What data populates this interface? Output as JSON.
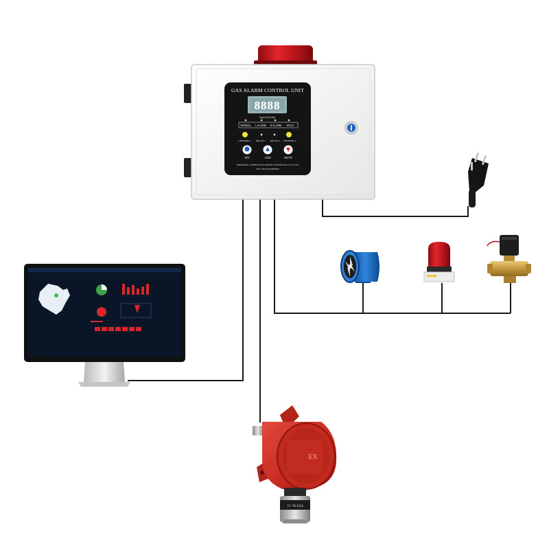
{
  "control_unit": {
    "title": "GAS ALARM CONTROL UNIT",
    "display_value": "8888",
    "display_caption": "Agency(Code)",
    "status_labels": [
      "NORMAL",
      "L ALARM",
      "H ALARM",
      "FAULT"
    ],
    "channel_labels": [
      "CHANNEL 1",
      "RELAY 1",
      "RELAY 2",
      "CHANNEL 2"
    ],
    "buttons": [
      {
        "label": "SET",
        "color": "#1e5fbf"
      },
      {
        "label": "ADD",
        "color": "#1e5fbf"
      },
      {
        "label": "MUTE",
        "color": "#d8262b"
      }
    ],
    "company": "SHANDONG ZHIHUI ELECTRONIC TECHNOLOGY CO.,LTD",
    "phone": "TEL:+86-0536-8696050"
  },
  "detector": {
    "body_label": "EX",
    "sensor_label": "T1·T6 EXd"
  },
  "colors": {
    "wire": "#1a1a1a",
    "beacon_red": "#d4151c",
    "panel_black": "#141414",
    "display_teal": "#9ab3b6",
    "fan_blue": "#1f6fc4",
    "valve_brass": "#c9a24a",
    "detector_red": "#c8281e"
  },
  "icons": [
    "monitor-icon",
    "power-plug-icon",
    "axial-fan-icon",
    "alarm-light-icon",
    "solenoid-valve-icon",
    "gas-detector-icon",
    "key-lock-icon"
  ]
}
